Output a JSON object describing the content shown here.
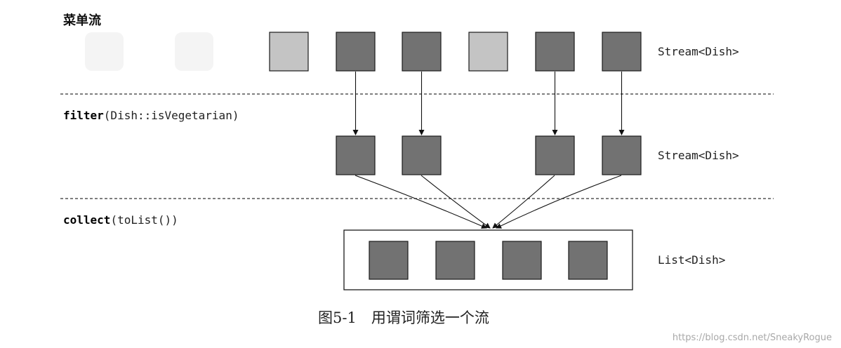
{
  "labels": {
    "title": "菜单流",
    "filter_op": "filter",
    "filter_arg": "(Dish::isVegetarian)",
    "collect_op": "collect",
    "collect_arg": "(toList())",
    "stream_type_1": "Stream<Dish>",
    "stream_type_2": "Stream<Dish>",
    "list_type": "List<Dish>",
    "caption": "图5-1　用谓词筛选一个流",
    "watermark": "https://blog.csdn.net/SneakyRogue"
  },
  "colors": {
    "vegetarian_dish": "#727272",
    "non_vegetarian_dish": "#c4c4c4",
    "faded_dish": "#f4f4f4",
    "box_stroke": "#1a1a1a",
    "divider": "#333333",
    "watermark": "#a8a8a8"
  },
  "stream_input": [
    "faded",
    "faded",
    "non-vegetarian",
    "vegetarian",
    "vegetarian",
    "non-vegetarian",
    "vegetarian",
    "vegetarian"
  ],
  "stream_filtered_count": 4,
  "list_count": 4
}
